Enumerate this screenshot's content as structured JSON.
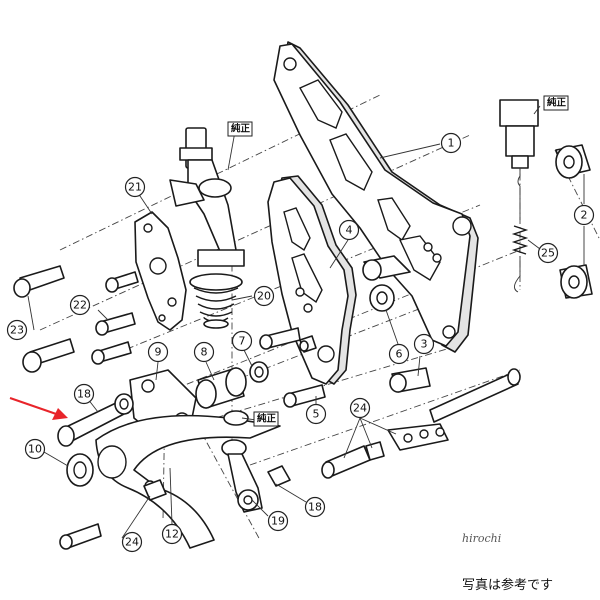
{
  "diagram": {
    "callouts": [
      {
        "id": "c1",
        "label": "1"
      },
      {
        "id": "c2",
        "label": "2"
      },
      {
        "id": "c3",
        "label": "3"
      },
      {
        "id": "c4",
        "label": "4"
      },
      {
        "id": "c5",
        "label": "5"
      },
      {
        "id": "c6",
        "label": "6"
      },
      {
        "id": "c7",
        "label": "7"
      },
      {
        "id": "c8",
        "label": "8"
      },
      {
        "id": "c9",
        "label": "9"
      },
      {
        "id": "c10",
        "label": "10"
      },
      {
        "id": "c12",
        "label": "12"
      },
      {
        "id": "c18a",
        "label": "18"
      },
      {
        "id": "c18b",
        "label": "18"
      },
      {
        "id": "c19",
        "label": "19"
      },
      {
        "id": "c20",
        "label": "20"
      },
      {
        "id": "c21",
        "label": "21"
      },
      {
        "id": "c22",
        "label": "22"
      },
      {
        "id": "c23",
        "label": "23"
      },
      {
        "id": "c24a",
        "label": "24"
      },
      {
        "id": "c24b",
        "label": "24"
      },
      {
        "id": "c25",
        "label": "25"
      }
    ],
    "genuine_labels": [
      "純正",
      "純正",
      "純正"
    ],
    "watermark": "hirochi",
    "footer_note": "写真は参考です",
    "arrow_color": "#e8242a"
  }
}
